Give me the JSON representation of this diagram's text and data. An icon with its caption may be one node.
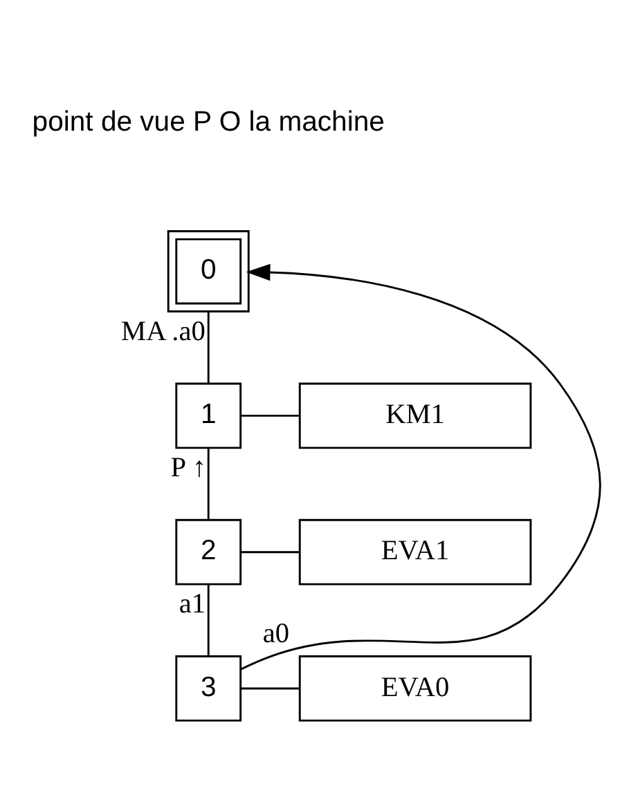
{
  "diagram": {
    "nodes": [
      {
        "text": [
          "0"
        ]
      },
      {
        "text": [
          "1"
        ]
      },
      {
        "text": [
          "KM1"
        ]
      },
      {
        "text": [
          "2"
        ]
      },
      {
        "text": [
          "EVA1"
        ]
      },
      {
        "text": [
          "3"
        ]
      },
      {
        "text": [
          "EVA0"
        ]
      }
    ],
    "edges": [
      {
        "from": 0,
        "to": 1,
        "arrow": "none",
        "label": "MA .a0"
      },
      {
        "from": 1,
        "to": 2,
        "arrow": "none"
      },
      {
        "from": 1,
        "to": 3,
        "arrow": "none",
        "label": "P ↑"
      },
      {
        "from": 3,
        "to": 4,
        "arrow": "none"
      },
      {
        "from": 3,
        "to": 5,
        "arrow": "none",
        "label": "a1"
      },
      {
        "from": 5,
        "to": 6,
        "arrow": "none"
      },
      {
        "from": 5,
        "to": 0,
        "arrow": "to",
        "label": "a0"
      }
    ],
    "labels": [
      "point de vue P O la machine"
    ]
  }
}
